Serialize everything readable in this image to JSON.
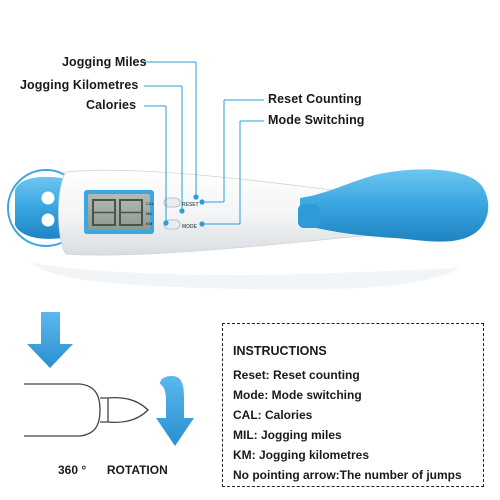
{
  "callouts": {
    "jogging_miles": "Jogging Miles",
    "jogging_kilometres": "Jogging Kilometres",
    "calories": "Calories",
    "reset_counting": "Reset Counting",
    "mode_switching": "Mode Switching"
  },
  "device": {
    "reset_button_label": "RESET",
    "mode_button_label": "MODE",
    "unit_cal": "CAL",
    "unit_mil": "MIL",
    "unit_km": "KM"
  },
  "rotation": {
    "degrees": "360",
    "degree_symbol": "°",
    "label": "ROTATION"
  },
  "instructions": {
    "title": "INSTRUCTIONS",
    "lines": [
      "Reset:  Reset counting",
      "Mode: Mode switching",
      "CAL: Calories",
      "MIL: Jogging miles",
      "KM: Jogging kilometres",
      "No pointing arrow:The number of jumps"
    ]
  },
  "colors": {
    "accent_blue": "#3aa7e2",
    "callout_line": "#2a9fd8",
    "handle_white": "#f4f6f7",
    "lcd": "#9aa59a"
  }
}
